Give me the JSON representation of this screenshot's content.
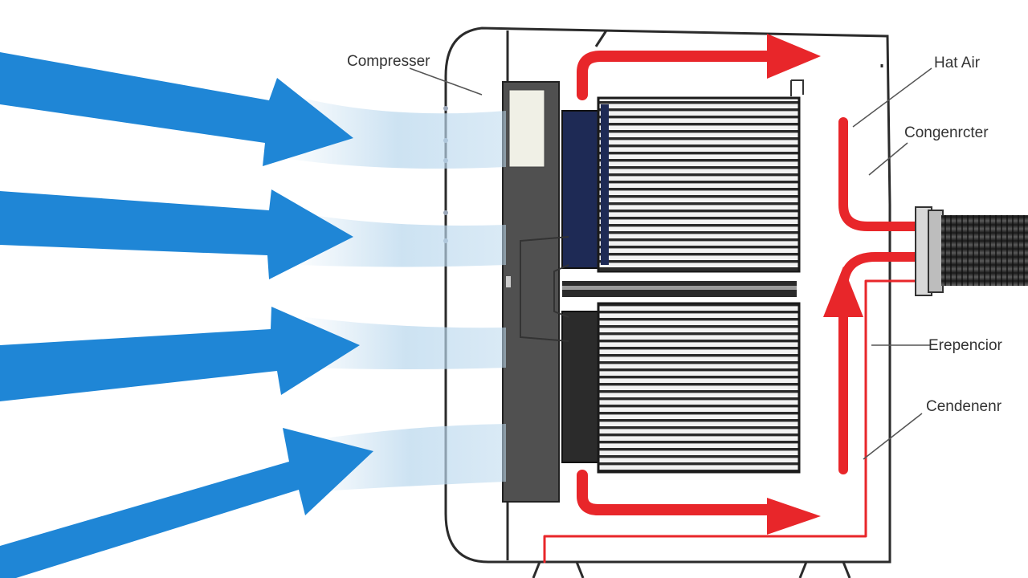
{
  "labels": {
    "compressor": "Compresser",
    "hot_air": "Hat Air",
    "condenser_top": "Congenrcter",
    "evaporator": "Erepencior",
    "condenser_bottom": "Cendenenr"
  },
  "colors": {
    "cool_air": "#1f86d6",
    "cool_air_stream": "#bcd9ee",
    "hot_air": "#e8262a",
    "coil_dark": "#1e2a55",
    "coil_fin": "#2a2a2a",
    "hose": "#3a3a3a",
    "outline": "#2b2b2b"
  },
  "icons": {
    "intake": "blue-arrow-right-icon",
    "exhaust": "red-arrow-right-icon",
    "rising_air": "red-arrow-up-icon"
  }
}
